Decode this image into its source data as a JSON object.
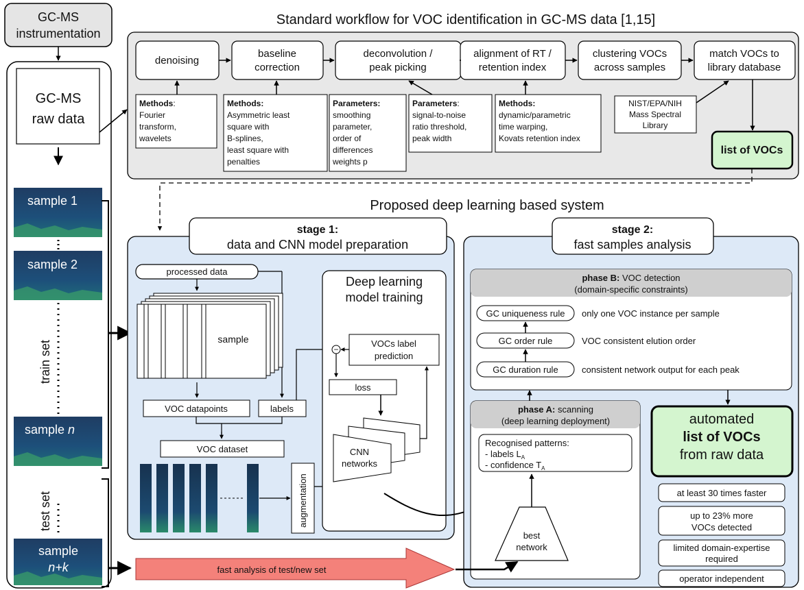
{
  "instrumentation": [
    "GC-MS",
    "instrumentation"
  ],
  "raw_data": [
    "GC-MS",
    "raw data"
  ],
  "samples": {
    "s1": "sample 1",
    "s2": "sample 2",
    "sn_prefix": "sample ",
    "sn_var": "n",
    "snk_line1": "sample",
    "snk_line2": "n+k",
    "train_set": "train set",
    "test_set": "test set"
  },
  "workflow": {
    "title": "Standard workflow for VOC identification in GC-MS data [1,15]",
    "steps": [
      [
        "denoising"
      ],
      [
        "baseline",
        "correction"
      ],
      [
        "deconvolution /",
        "peak picking"
      ],
      [
        "alignment of RT /",
        "retention index"
      ],
      [
        "clustering VOCs",
        "across samples"
      ],
      [
        "match VOCs to",
        "library database"
      ]
    ],
    "notes": [
      {
        "head": "Methods",
        "lines": [
          ": ",
          "Fourier",
          "transform,",
          "wavelets"
        ]
      },
      {
        "head": "Methods:",
        "lines": [
          "",
          "Asymmetric least",
          "square with",
          "B-splines,",
          "least square with",
          "penalties"
        ]
      },
      {
        "head": "Parameters:",
        "lines": [
          "",
          "smoothing",
          "parameter,",
          "order of",
          "differences",
          "weights p"
        ]
      },
      {
        "head": "Parameters",
        "lines": [
          ":",
          "signal-to-noise",
          "ratio threshold,",
          "peak width"
        ]
      },
      {
        "head": "Methods:",
        "lines": [
          "",
          "dynamic/parametric",
          "time warping,",
          "Kovats retention index"
        ]
      }
    ],
    "library": [
      "NIST/EPA/NIH",
      "Mass Spectral",
      "Library"
    ],
    "voc_list": "list of VOCs"
  },
  "proposed_title": "Proposed deep learning based system",
  "stage1": {
    "header": [
      "stage 1:",
      "data and CNN model preparation"
    ],
    "processed_data": "processed data",
    "sample": "sample",
    "voc_datapoints": "VOC datapoints",
    "labels": "labels",
    "voc_dataset": "VOC dataset",
    "augmentation": "augmentation",
    "training_title": [
      "Deep learning",
      "model training"
    ],
    "label_prediction": [
      "VOCs label",
      "prediction"
    ],
    "loss": "loss",
    "minus": "−",
    "cnn": [
      "CNN",
      "networks"
    ]
  },
  "stage2": {
    "header": [
      "stage 2:",
      "fast samples analysis"
    ],
    "phaseB": {
      "bold": "phase B:",
      "rest": " VOC detection",
      "sub": "(domain-specific constraints)"
    },
    "rules": [
      {
        "name": "GC uniqueness rule",
        "desc": "only one VOC instance per sample"
      },
      {
        "name": "GC order rule",
        "desc": "VOC consistent elution order"
      },
      {
        "name": "GC duration rule",
        "desc": "consistent network output for each peak"
      }
    ],
    "phaseA": {
      "bold": "phase A:",
      "rest": " scanning",
      "sub": "(deep learning deployment)"
    },
    "patterns": {
      "title": "Recognised patterns:",
      "l1": "- labels L",
      "l1_sub": "A",
      "l2": "- confidence T",
      "l2_sub": "A"
    },
    "best_network": [
      "best",
      "network"
    ],
    "automated": [
      "automated",
      "list of VOCs",
      "from raw data"
    ],
    "benefits": [
      [
        "at least 30 times faster"
      ],
      [
        "up to 23% more",
        "VOCs detected"
      ],
      [
        "limited domain-expertise",
        "required"
      ],
      [
        "operator independent"
      ]
    ]
  },
  "fast_analysis": "fast analysis of test/new set",
  "colors": {
    "workflow_bg": "#e8e8e8",
    "stage_bg": "#dde9f7",
    "green": "#d4f5cf",
    "arrow_red": "#f4817a",
    "phase_header": "#cfcfcf"
  }
}
